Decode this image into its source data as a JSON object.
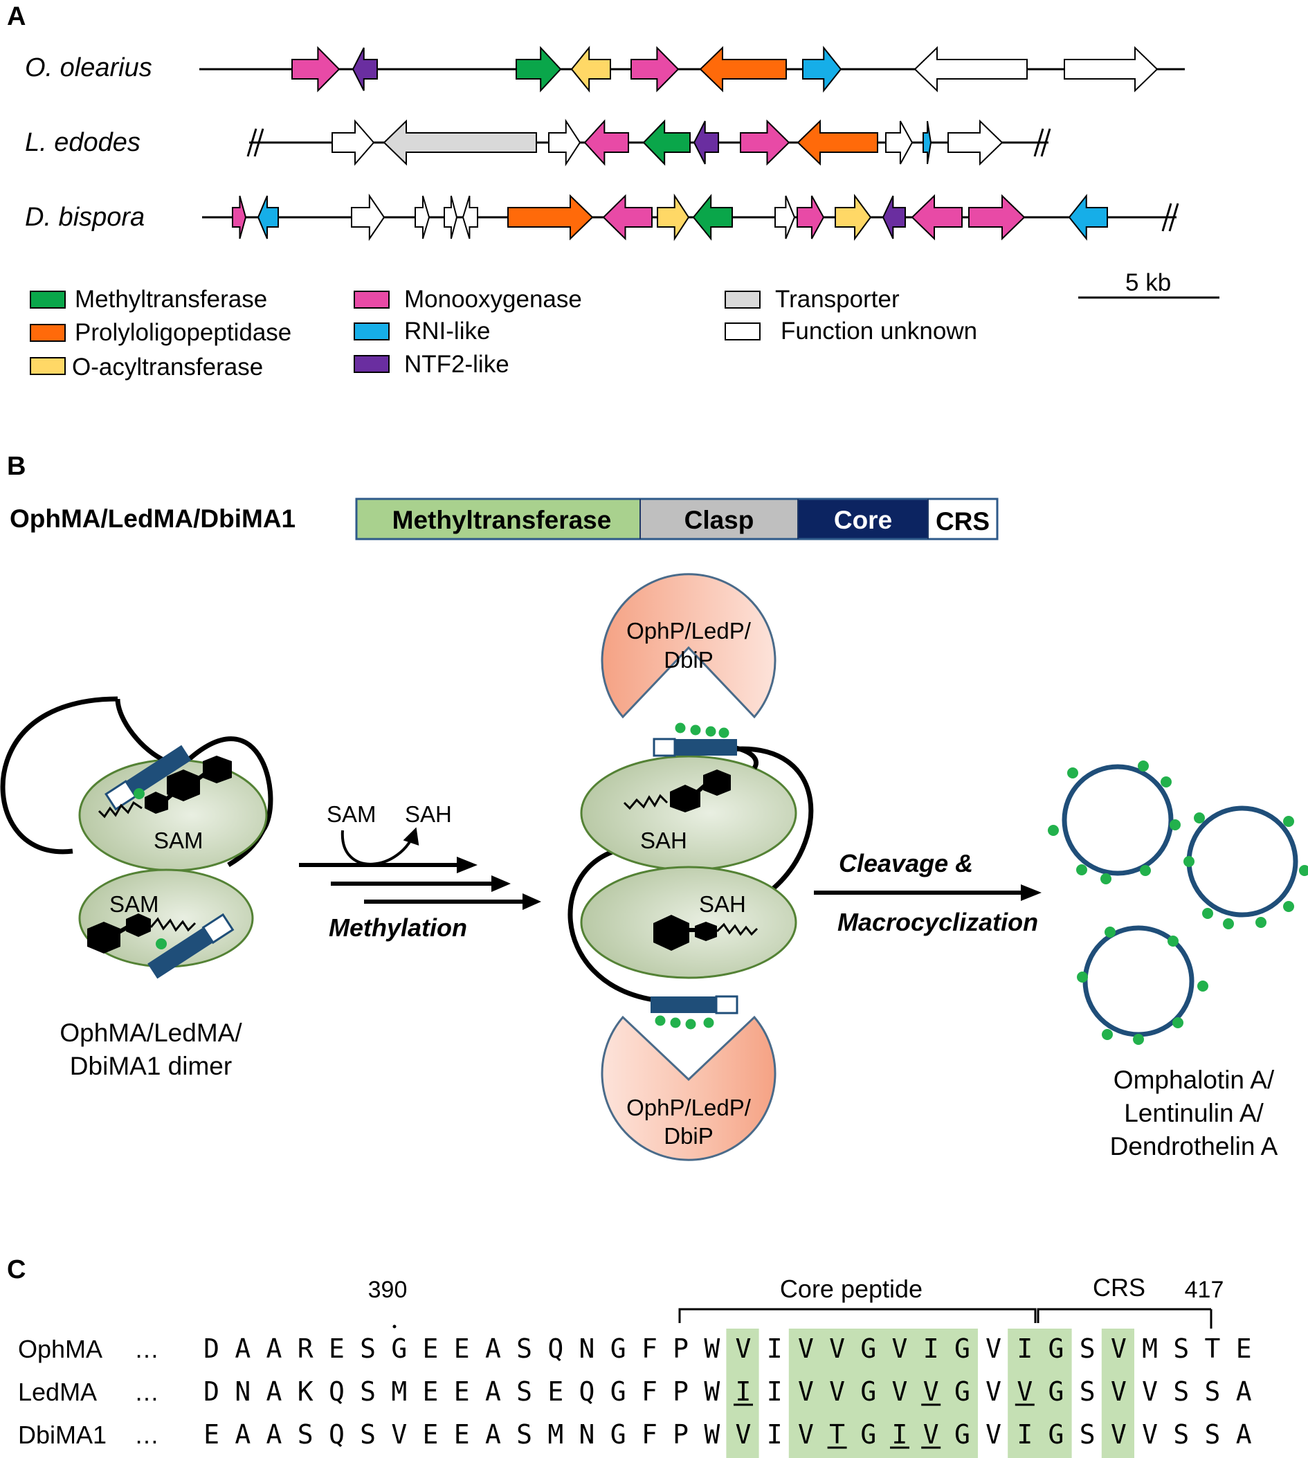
{
  "panel_labels": {
    "a": "A",
    "b": "B",
    "c": "C"
  },
  "panel_a": {
    "species": [
      {
        "name": "O. olearius"
      },
      {
        "name": "L. edodes"
      },
      {
        "name": "D. bispora"
      }
    ],
    "colors": {
      "methyltransferase": "#0aa64a",
      "prolyloligopeptidase": "#ff6a0a",
      "o_acyltransferase": "#ffd866",
      "monooxygenase": "#e84aa6",
      "rni_like": "#16aee8",
      "ntf2_like": "#6a2ea0",
      "transporter": "#d9d9d9",
      "unknown": "#ffffff"
    },
    "legend": [
      {
        "key": "methyltransferase",
        "label": "Methyltransferase"
      },
      {
        "key": "prolyloligopeptidase",
        "label": "Prolyloligopeptidase"
      },
      {
        "key": "o_acyltransferase",
        "label": "O-acyltransferase"
      },
      {
        "key": "monooxygenase",
        "label": "Monooxygenase"
      },
      {
        "key": "rni_like",
        "label": "RNI-like"
      },
      {
        "key": "ntf2_like",
        "label": "NTF2-like"
      },
      {
        "key": "transporter",
        "label": "Transporter"
      },
      {
        "key": "unknown",
        "label": "Function unknown"
      }
    ],
    "scale_label": "5 kb"
  },
  "panel_b": {
    "protein_name": "OphMA/LedMA/DbiMA1",
    "domains": [
      {
        "label": "Methyltransferase",
        "color": "#a9d18e"
      },
      {
        "label": "Clasp",
        "color": "#bfbfbf"
      },
      {
        "label": "Core",
        "color": "#0c2461"
      },
      {
        "label": "CRS",
        "color": "#ffffff"
      }
    ],
    "sam": "SAM",
    "sah": "SAH",
    "arrow_top_left": "SAM",
    "arrow_top_right": "SAH",
    "methylation": "Methylation",
    "cleavage": "Cleavage &",
    "macrocyclization": "Macrocyclization",
    "protease_top": [
      "OphP/LedP/",
      "DbiP"
    ],
    "protease_bottom": [
      "OphP/LedP/",
      "DbiP"
    ],
    "dimer_caption": [
      "OphMA/LedMA/",
      "DbiMA1 dimer"
    ],
    "product_caption": [
      "Omphalotin A/",
      "Lentinulin A/",
      "Dendrothelin A"
    ]
  },
  "panel_c": {
    "pos_start": "390",
    "pos_end": "417",
    "core_label": "Core peptide",
    "crs_label": "CRS",
    "highlight_color": "#c5e0b4",
    "rows": [
      {
        "name": "OphMA",
        "ellipsis": "…",
        "seq": "DAARESGEEASQNGFPWVIVVGVIGVIGSVMSTE"
      },
      {
        "name": "LedMA",
        "ellipsis": "…",
        "seq": "DNAKQSMEEASEQGFPWIIVVGVVGVVGSVVSSA"
      },
      {
        "name": "DbiMA1",
        "ellipsis": "…",
        "seq": "EAASQSVEEASMNGFPWVIVTGIVGVIGSVVSSA"
      }
    ]
  }
}
